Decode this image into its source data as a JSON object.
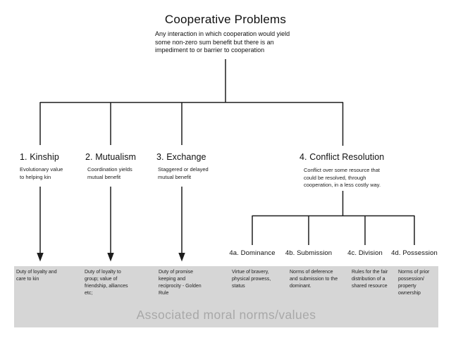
{
  "diagram": {
    "title": "Cooperative Problems",
    "subtitle": "Any interaction in which cooperation would yield\nsome non-zero sum benefit but there is an\nimpediment to or barrier to cooperation",
    "nodes": [
      {
        "title": "1. Kinship",
        "desc": "Evolutionary value\nto helping kin"
      },
      {
        "title": "2. Mutualism",
        "desc": "Coordination yields\nmutual benefit"
      },
      {
        "title": "3. Exchange",
        "desc": "Staggered or delayed\nmutual benefit"
      },
      {
        "title": "4. Conflict Resolution",
        "desc": "Conflict over some resource that\ncould be resolved, through\ncooperation, in a less costly way."
      }
    ],
    "subnodes": [
      {
        "label": "4a. Dominance"
      },
      {
        "label": "4b. Submission"
      },
      {
        "label": "4c. Division"
      },
      {
        "label": "4d. Possession"
      }
    ],
    "norms_band": {
      "caption": "Associated moral norms/values",
      "items": [
        "Duty of loyalty and\ncare to kin",
        "Duty of loyalty to\ngroup; value of\nfriendship, alliances\netc;",
        "Duty of promise\nkeeping and\nreciprocity - Golden\nRule",
        "Virtue of bravery,\nphysical prowess,\nstatus",
        "Norms of deference\nand submission to the\ndominant.",
        "Rules for the fair\ndistribution of a\nshared resource",
        "Norms of prior\npossession/\nproperty\nownership"
      ],
      "band_color": "#d6d6d6",
      "caption_color": "#a8a8a8"
    },
    "line_color": "#1d1d1d"
  }
}
